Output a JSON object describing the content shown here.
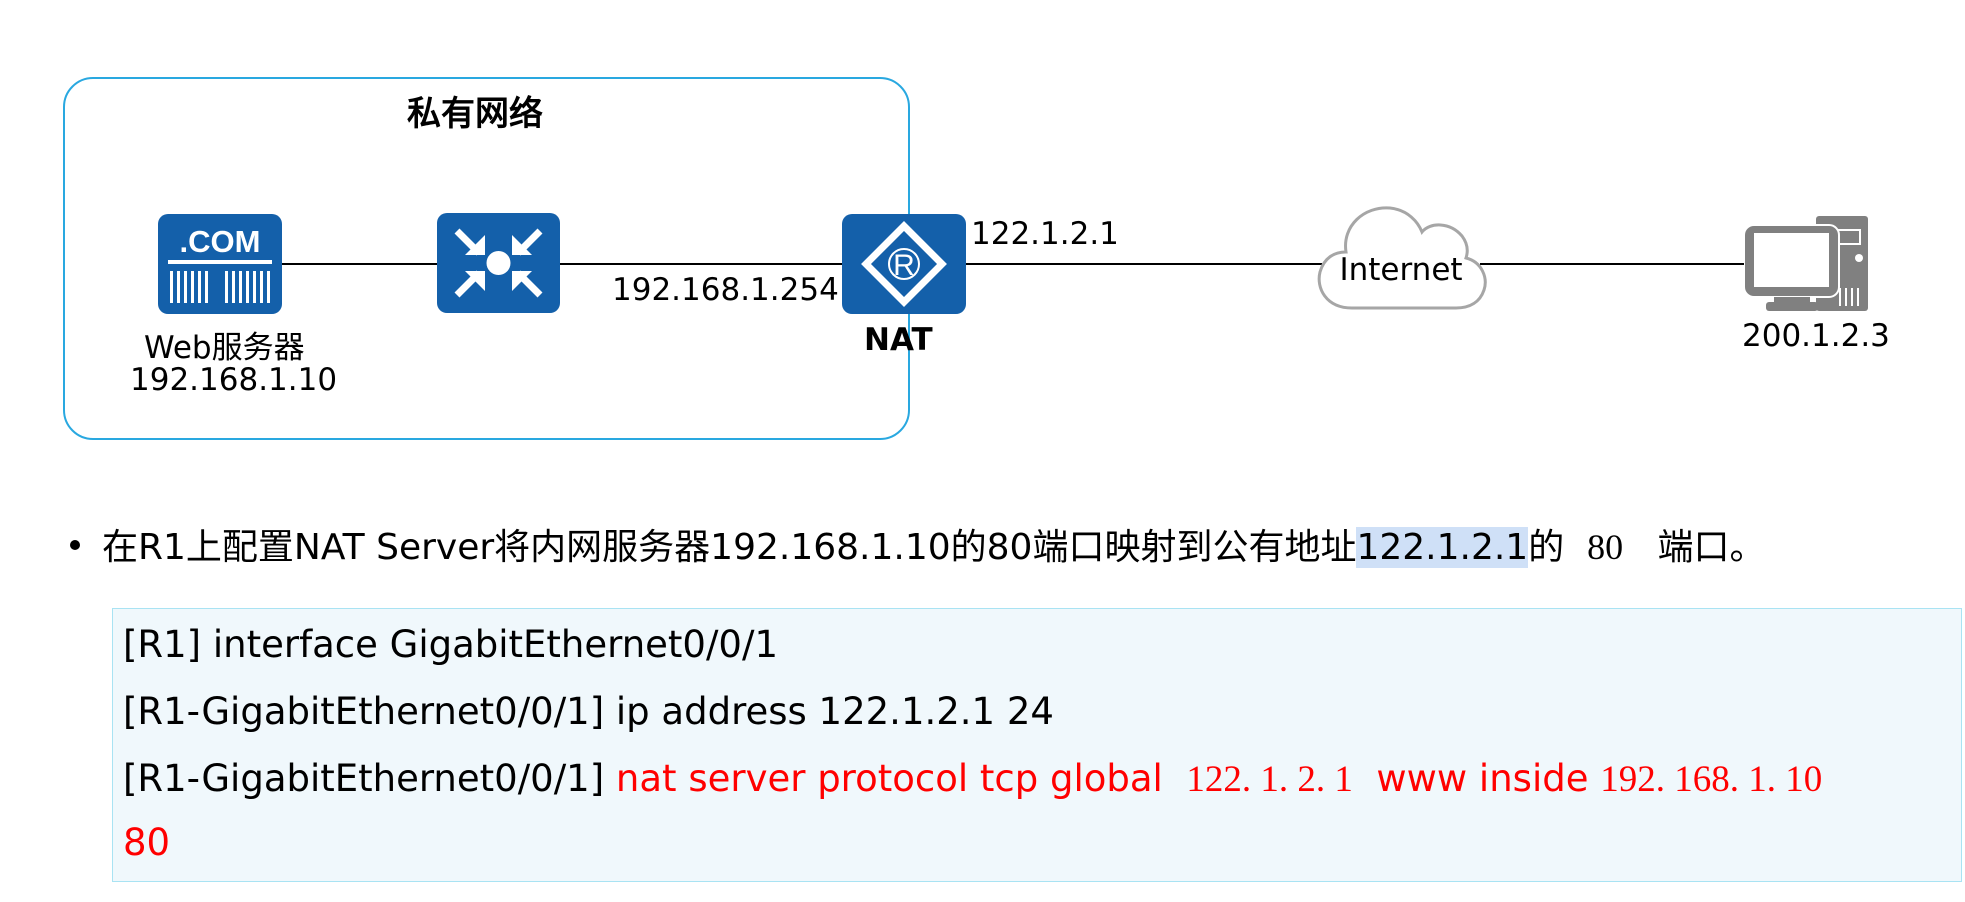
{
  "diagram": {
    "private_network_title": "私有网络",
    "nodes": {
      "web_server": {
        "icon_label": ".COM",
        "name": "Web服务器",
        "ip": "192.168.1.10",
        "icon": "web-server-icon"
      },
      "switch": {
        "icon": "switch-icon"
      },
      "nat_router": {
        "icon_letter": "R",
        "name": "NAT",
        "inside_ip": "192.168.1.254",
        "outside_ip": "122.1.2.1",
        "icon": "router-icon"
      },
      "internet": {
        "label": "Internet",
        "icon": "cloud-icon"
      },
      "pc": {
        "ip": "200.1.2.3",
        "icon": "pc-icon"
      }
    },
    "colors": {
      "device_blue": "#1460aa",
      "box_border": "#29a8e0",
      "cloud_gray": "#a6a6a6",
      "pc_gray": "#808080"
    }
  },
  "description": {
    "part1": "在R1上配置NAT Server将内网服务器192.168.1.10的80端口映射到公有地址",
    "highlight": "122.1.2.1",
    "part2": "的",
    "port": "80",
    "part3": "端口。"
  },
  "code": {
    "line1": "[R1] interface GigabitEthernet0/0/1",
    "line2": "[R1-GigabitEthernet0/0/1] ip address 122.1.2.1 24",
    "line3_prompt": "[R1-GigabitEthernet0/0/1]",
    "line3_cmd1": "nat server protocol tcp global",
    "line3_global_ip": "122. 1. 2. 1",
    "line3_cmd2": "www inside",
    "line3_inside_ip": "192. 168. 1. 10",
    "line4": "80",
    "colors": {
      "command": "#ff0000",
      "background": "#f0f8fc",
      "border": "#a9e3f3"
    }
  }
}
